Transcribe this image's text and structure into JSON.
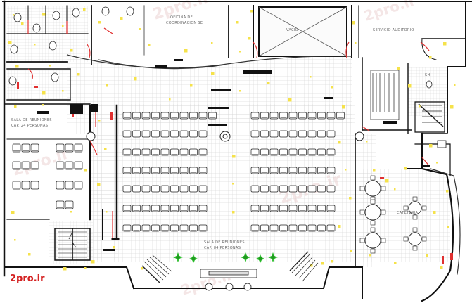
{
  "rooms": {
    "office": [
      "OFICINA DE",
      "COORDINACION SE"
    ],
    "auditorium_service": "SERVICIO AUDITORIO",
    "meeting_left": [
      "SALA DE REUNIONES",
      "CAP. 24 PERSONAS"
    ],
    "meeting_main": [
      "SALA DE REUNIONES",
      "CAP. 84 PERSONAS"
    ],
    "cafeteria": "CAFETERIA",
    "void": "VACIO",
    "sh": "SH"
  },
  "watermark": "2pro.ir",
  "logo": "2pro.ir",
  "colors": {
    "wall": "#111111",
    "grid": "#c9c9c9",
    "cad_yellow": "#f5e24a",
    "cad_red": "#e03030",
    "plant": "#2fc02f",
    "logo": "#d42020"
  },
  "icons": [
    "column-icon",
    "plant-icon",
    "chair-icon",
    "table-icon",
    "toilet-icon",
    "door-icon",
    "stair-icon"
  ]
}
